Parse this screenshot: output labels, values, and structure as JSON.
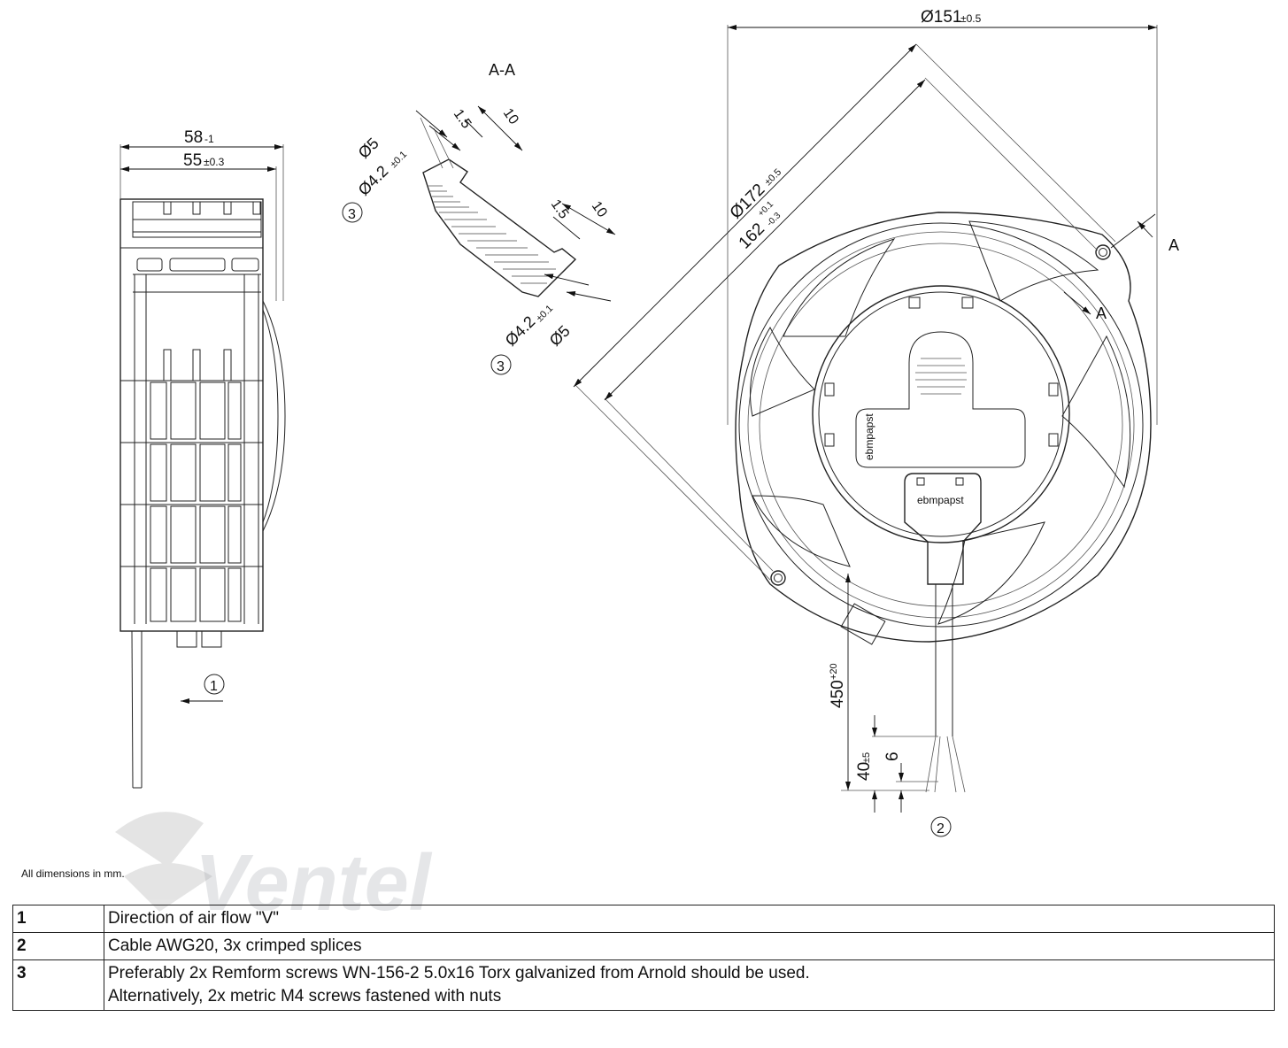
{
  "section_label": "A-A",
  "section_marks": [
    "A",
    "A"
  ],
  "dimensions": {
    "side_width_outer": "58",
    "side_width_outer_tol": "-1",
    "side_width_inner": "55",
    "side_width_inner_tol": "±0.3",
    "front_diameter": "Ø151",
    "front_diameter_tol": "±0.5",
    "hole_circle": "Ø172",
    "hole_circle_tol": "±0.5",
    "hole_spacing": "162",
    "hole_spacing_tol_upper": "+0.1",
    "hole_spacing_tol_lower": "-0.3",
    "hole_outer": "Ø5",
    "hole_inner": "Ø4.2",
    "hole_inner_tol": "±0.1",
    "wall_offset": "1.5",
    "depth": "10",
    "cable_length": "450",
    "cable_length_tol": "+20",
    "strip_length": "40",
    "strip_length_tol": "±5",
    "splice_length": "6"
  },
  "callouts": [
    "1",
    "2",
    "3"
  ],
  "brand_mark": "ebmpapst",
  "watermark": "Ventel",
  "note": "All dimensions in mm.",
  "legend": [
    {
      "num": "1",
      "lines": [
        "Direction of air flow \"V\""
      ]
    },
    {
      "num": "2",
      "lines": [
        "Cable AWG20, 3x crimped splices"
      ]
    },
    {
      "num": "3",
      "lines": [
        "Preferably 2x Remform screws WN-156-2 5.0x16 Torx galvanized from Arnold should be used.",
        "Alternatively, 2x metric M4 screws fastened with nuts"
      ]
    }
  ]
}
